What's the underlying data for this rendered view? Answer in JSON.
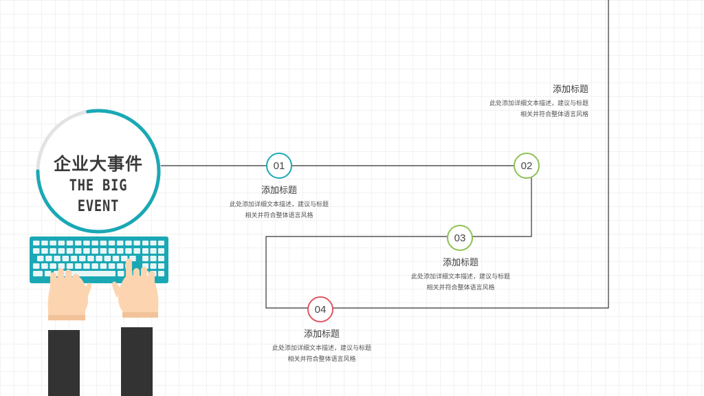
{
  "title": {
    "cn": "企业大事件",
    "en_line1": "THE BIG",
    "en_line2": "EVENT"
  },
  "colors": {
    "teal": "#1aa8b5",
    "green": "#8cc152",
    "red": "#e05660",
    "line": "#333333"
  },
  "events": [
    {
      "number": "01",
      "heading_a": "添加",
      "heading_b": "标题",
      "desc_line1": "此处添加详细文本描述，建议与标题",
      "desc_line2": "相关并符合整体语言风格"
    },
    {
      "number": "02",
      "heading_a": "添加",
      "heading_b": "标题",
      "desc_line1": "此处添加详细文本描述，建议与标题",
      "desc_line2": "相关并符合整体语言风格"
    },
    {
      "number": "03",
      "heading_a": "添加",
      "heading_b": "标题",
      "desc_line1": "此处添加详细文本描述，建议与标题",
      "desc_line2": "相关并符合整体语言风格"
    },
    {
      "number": "04",
      "heading_a": "添加",
      "heading_b": "标题",
      "desc_line1": "此处添加详细文本描述，建议与标题",
      "desc_line2": "相关并符合整体语言风格"
    }
  ]
}
